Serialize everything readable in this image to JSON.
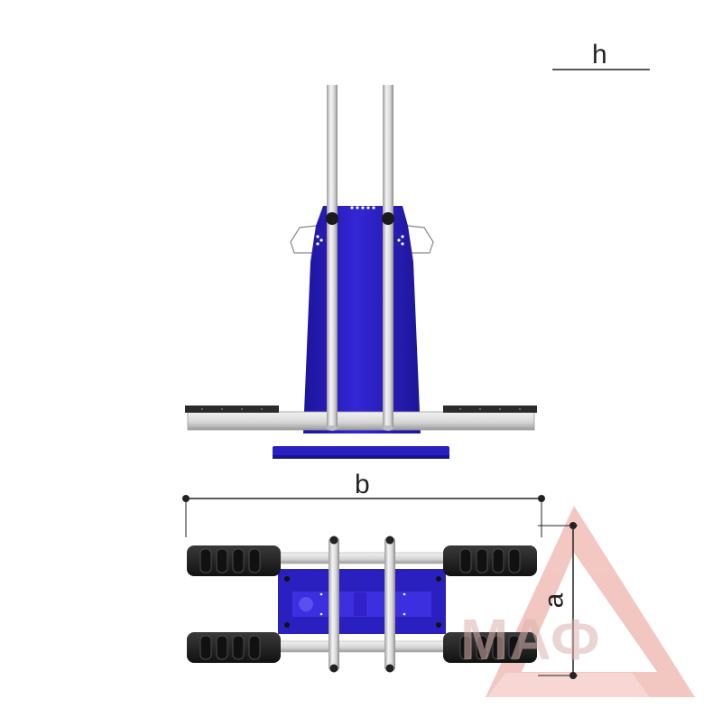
{
  "labels": {
    "height": "h",
    "width": "b",
    "depth": "a"
  },
  "watermark": {
    "text": "МАФ",
    "color": "#e8a8a0"
  },
  "colors": {
    "frame_blue": "#2a1fbf",
    "frame_blue_dark": "#1a1390",
    "pipe_light": "#e6e6e6",
    "pipe_dark": "#9a9a9a",
    "footpad": "#2b2b2b",
    "dimension_line": "#222222"
  }
}
